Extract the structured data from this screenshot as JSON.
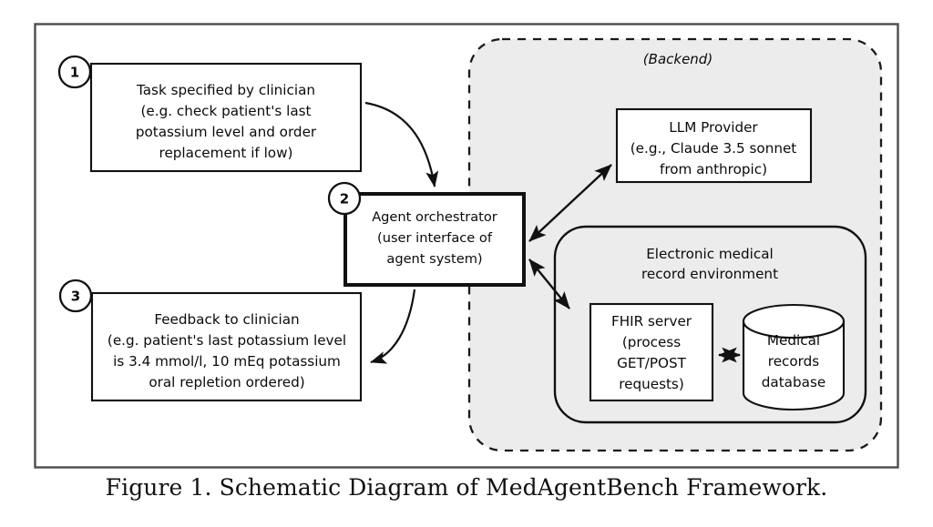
{
  "figure": {
    "caption": "Figure 1.  Schematic Diagram of MedAgentBench Framework.",
    "frame_color": "#4d4d4d",
    "backend_fill": "#ececec",
    "line_color": "#111111"
  },
  "regions": {
    "backend": {
      "label": "(Backend)",
      "style": "dashed-rounded"
    },
    "emr": {
      "line1": "Electronic medical",
      "line2": "record environment",
      "style": "solid-rounded"
    }
  },
  "steps": [
    {
      "number": "1",
      "name": "task-specification"
    },
    {
      "number": "2",
      "name": "agent-orchestrator"
    },
    {
      "number": "3",
      "name": "clinician-feedback"
    }
  ],
  "nodes": {
    "task": {
      "lines": [
        "Task specified by clinician",
        "(e.g. check patient's last",
        "potassium level and order",
        "replacement if low)"
      ]
    },
    "orchestrator": {
      "lines": [
        "Agent orchestrator",
        "(user interface of",
        "agent system)"
      ]
    },
    "feedback": {
      "lines": [
        "Feedback to clinician",
        "(e.g. patient's last potassium level",
        "is 3.4 mmol/l, 10 mEq potassium",
        "oral repletion ordered)"
      ]
    },
    "llm": {
      "lines": [
        "LLM Provider",
        "(e.g., Claude 3.5 sonnet",
        "from anthropic)"
      ]
    },
    "fhir": {
      "lines": [
        "FHIR server",
        "(process",
        "GET/POST",
        "requests)"
      ]
    },
    "database": {
      "lines": [
        "Medical",
        "records",
        "database"
      ]
    }
  }
}
